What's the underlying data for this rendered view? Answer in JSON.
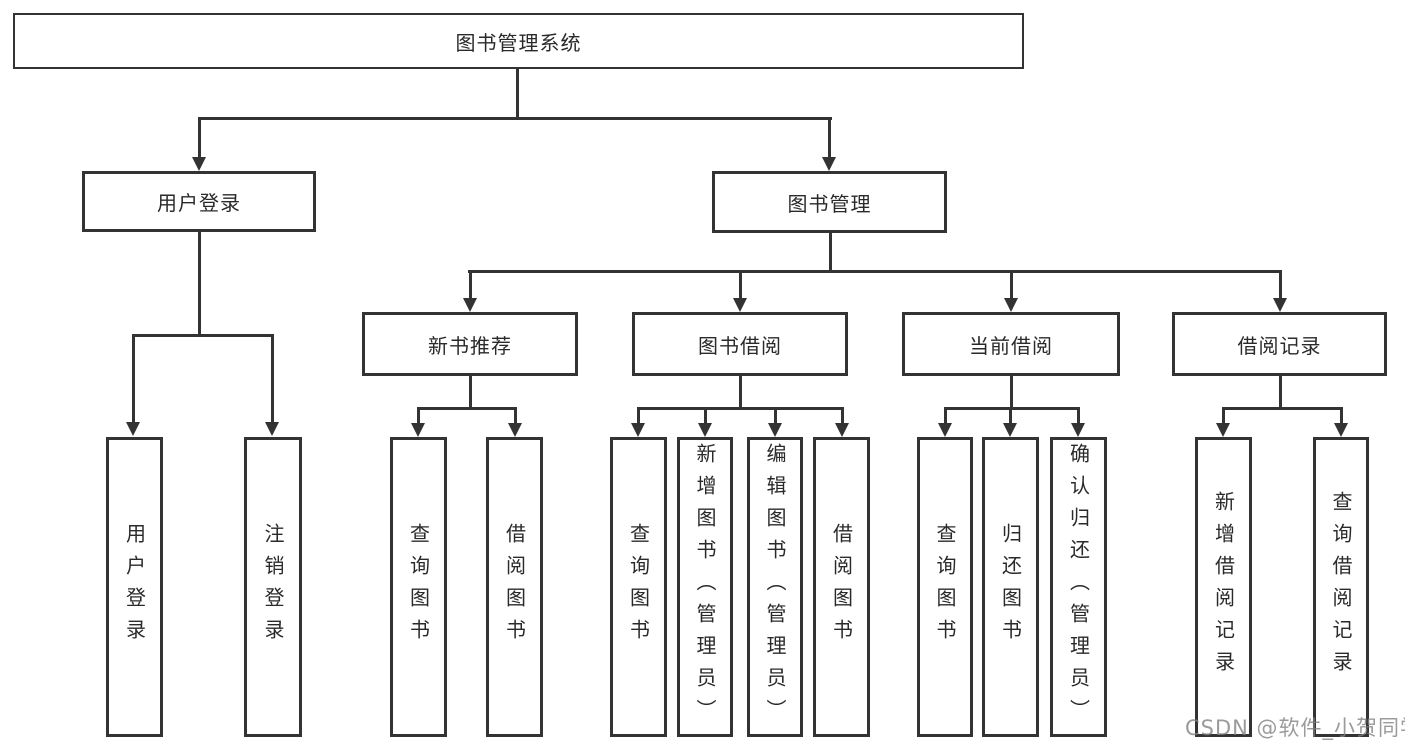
{
  "colors": {
    "line": "#333333",
    "text": "#2a2a2a",
    "background": "#ffffff",
    "watermark_gray": "#828282"
  },
  "tree": {
    "root": "图书管理系统",
    "branches": [
      {
        "label": "用户登录",
        "children": [
          "用户登录",
          "注销登录"
        ]
      },
      {
        "label": "图书管理",
        "groups": [
          {
            "label": "新书推荐",
            "children": [
              "查询图书",
              "借阅图书"
            ]
          },
          {
            "label": "图书借阅",
            "children": [
              "查询图书",
              "新增图书（管理员）",
              "编辑图书（管理员）",
              "借阅图书"
            ]
          },
          {
            "label": "当前借阅",
            "children": [
              "查询图书",
              "归还图书",
              "确认归还（管理员）"
            ]
          },
          {
            "label": "借阅记录",
            "children": [
              "新增借阅记录",
              "查询借阅记录"
            ]
          }
        ]
      }
    ]
  },
  "watermark": "CSDN @软件_小贺同学"
}
